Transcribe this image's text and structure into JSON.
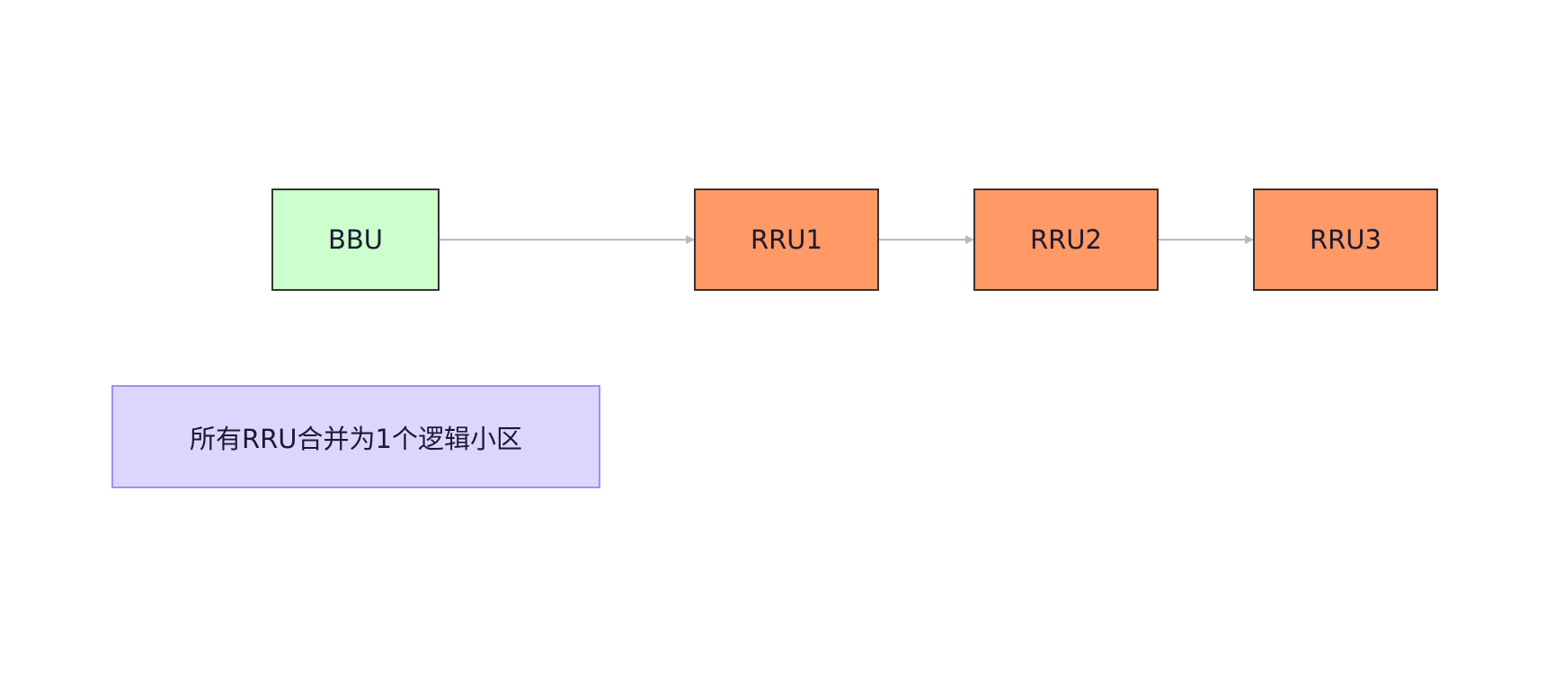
{
  "diagram": {
    "nodes": {
      "bbu": {
        "label": "BBU"
      },
      "rru1": {
        "label": "RRU1"
      },
      "rru2": {
        "label": "RRU2"
      },
      "rru3": {
        "label": "RRU3"
      },
      "note": {
        "label": "所有RRU合并为1个逻辑小区"
      }
    },
    "edges": [
      {
        "from": "BBU",
        "to": "RRU1"
      },
      {
        "from": "RRU1",
        "to": "RRU2"
      },
      {
        "from": "RRU2",
        "to": "RRU3"
      }
    ],
    "colors": {
      "bbu_fill": "#ccffcc",
      "rru_fill": "#ff9966",
      "note_fill": "#dcd6fe",
      "note_border": "#9f8ff8",
      "edge": "#b9bac6",
      "text": "#1a1a33"
    }
  }
}
